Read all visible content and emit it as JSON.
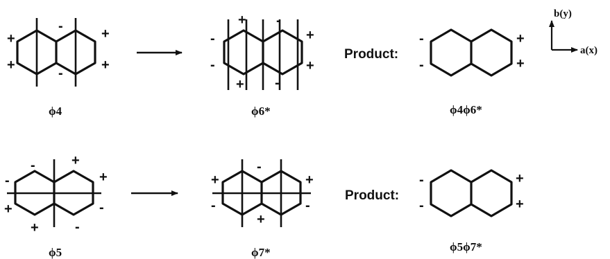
{
  "axes": {
    "y_label": "b(y)",
    "x_label": "a(x)"
  },
  "product_label": "Product:",
  "row1": {
    "left_label": "ϕ4",
    "middle_label": "ϕ6*",
    "right_label": "ϕ4ϕ6*",
    "left_signs": [
      "+",
      "+",
      "-",
      "-",
      "+",
      "+"
    ],
    "middle_signs": [
      "-",
      "-",
      "+",
      "+",
      "-",
      "-",
      "+",
      "+"
    ],
    "right_signs": [
      "-",
      "-",
      "+",
      "+"
    ]
  },
  "row2": {
    "left_label": "ϕ5",
    "middle_label": "ϕ7*",
    "right_label": "ϕ5ϕ7*",
    "left_signs": [
      "-",
      "+",
      "-",
      "+",
      "+",
      "-",
      "+",
      "-"
    ],
    "middle_signs": [
      "+",
      "-",
      "-",
      "+",
      "+",
      "-"
    ],
    "right_signs": [
      "-",
      "-",
      "+",
      "+"
    ]
  }
}
